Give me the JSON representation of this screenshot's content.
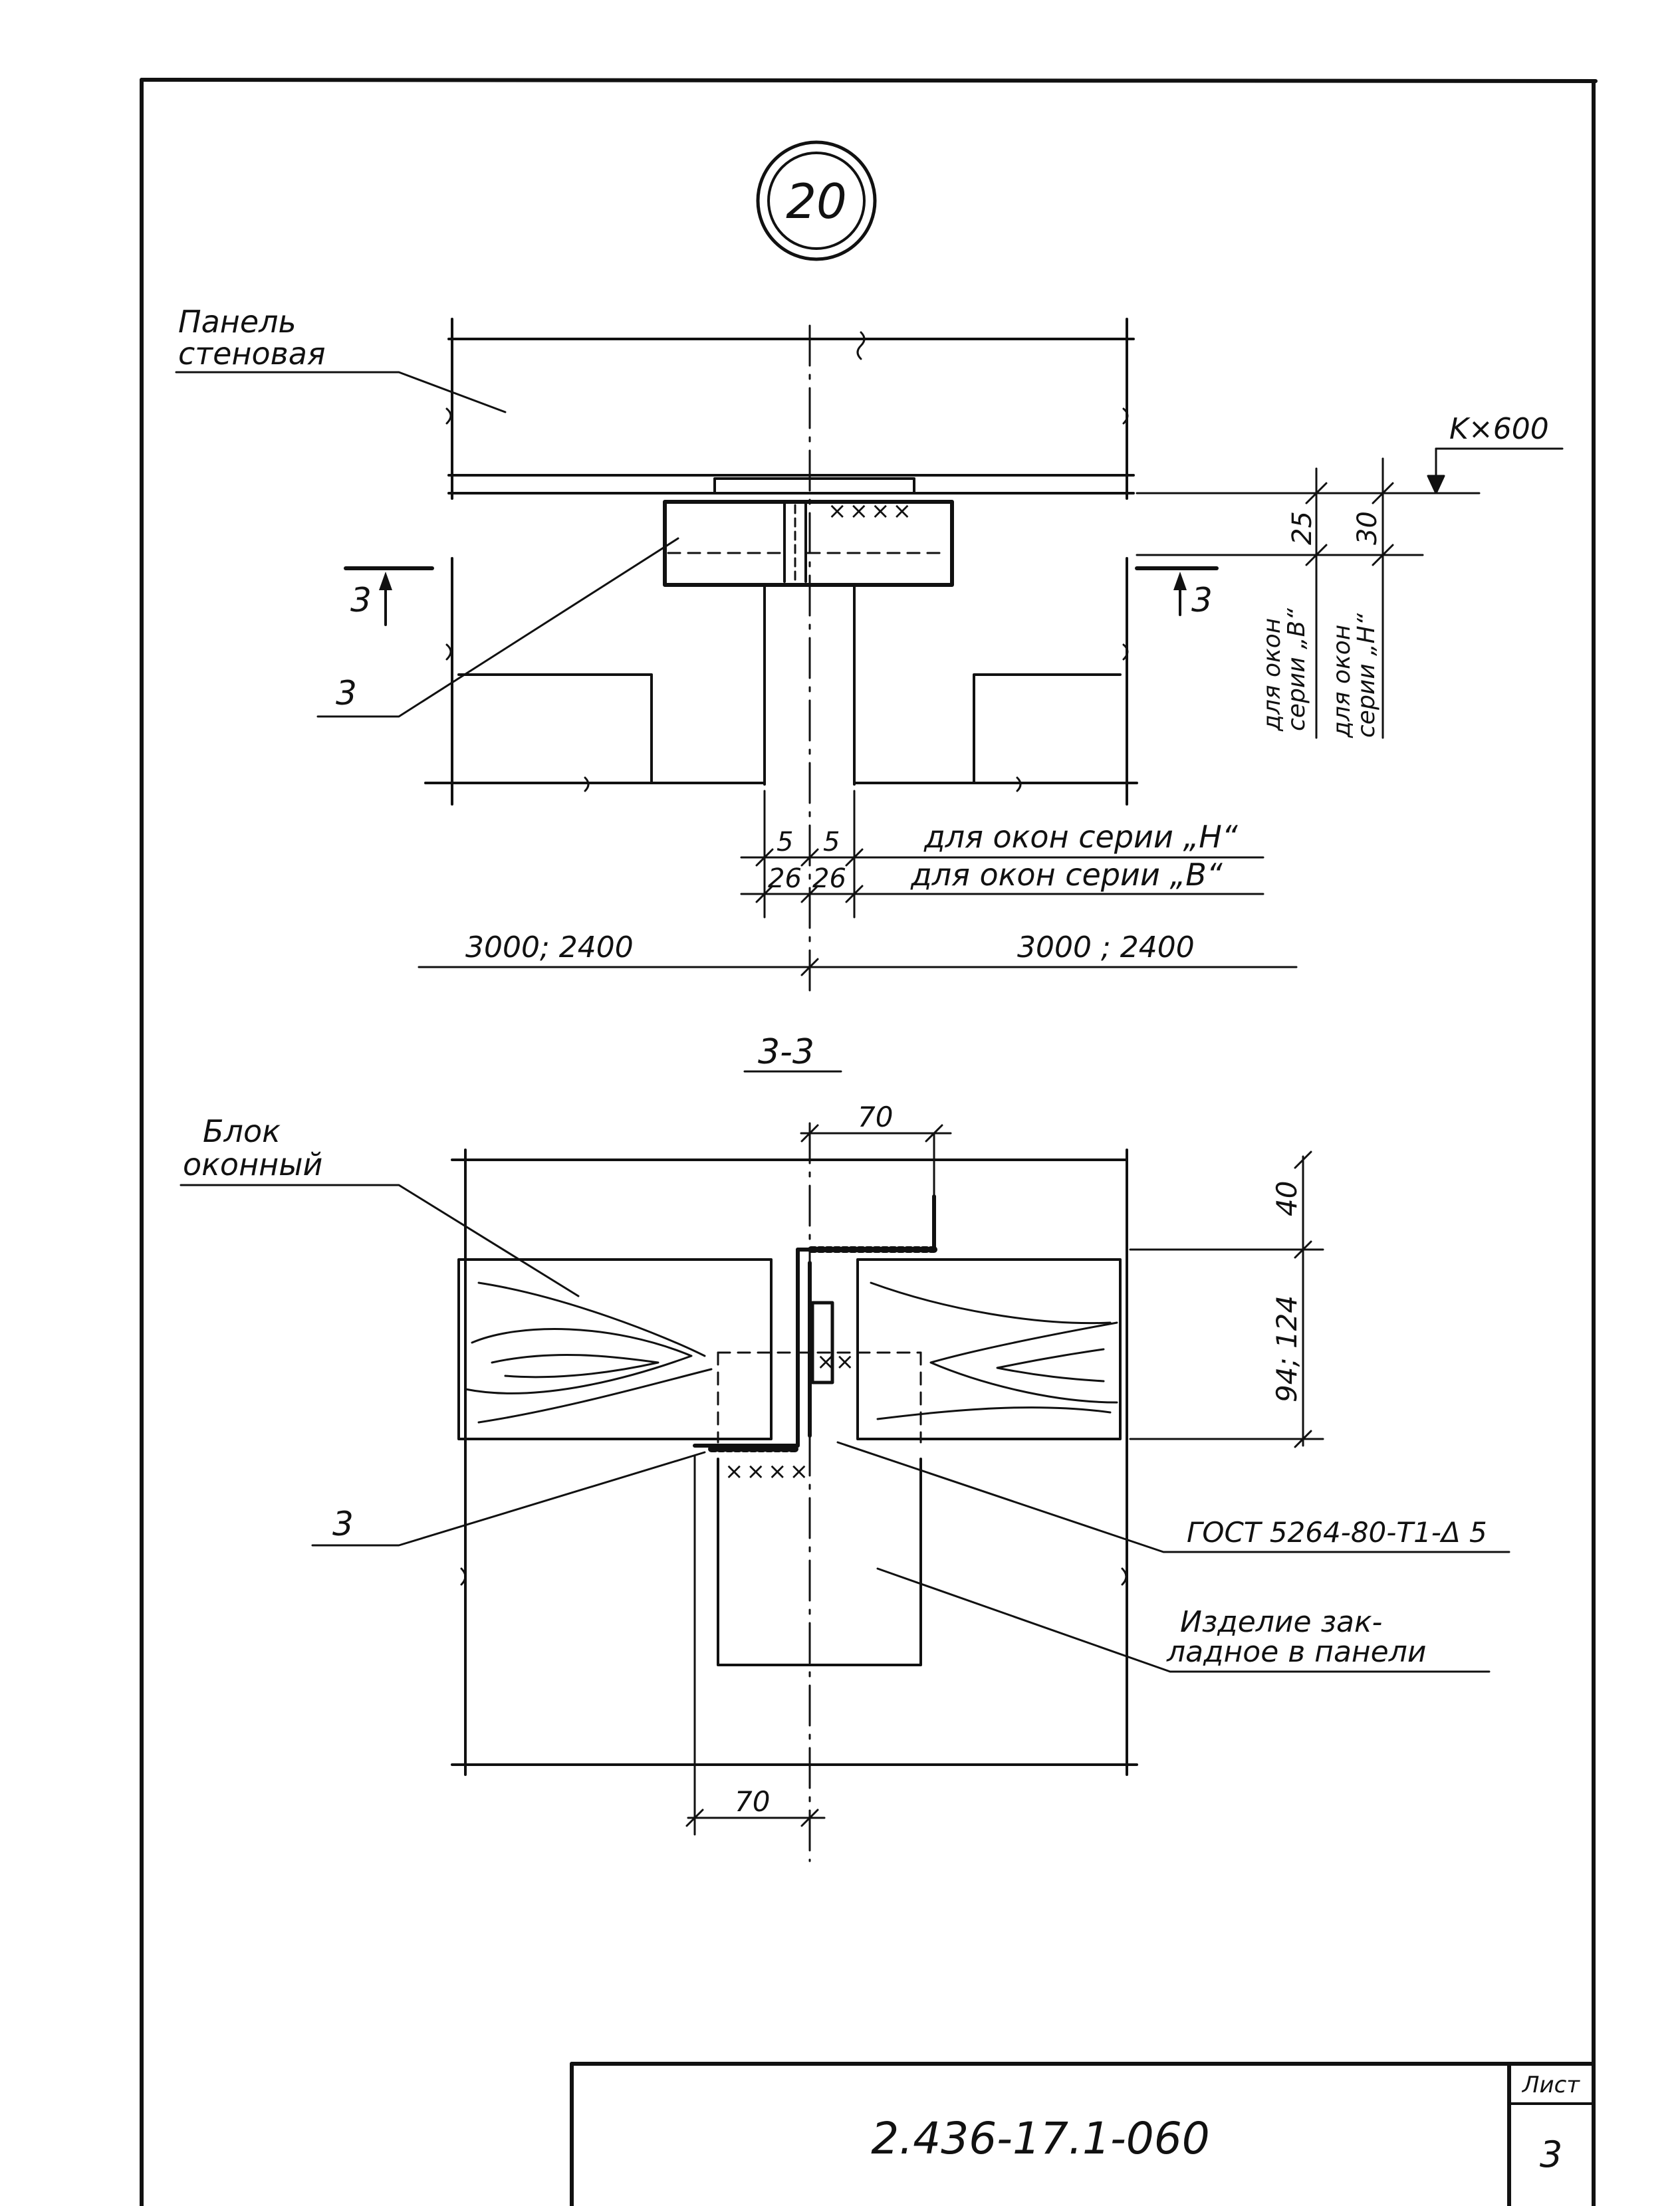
{
  "detail": {
    "number": "20"
  },
  "plan": {
    "wall_panel_label": [
      "Панель",
      "стеновая"
    ],
    "item_callout": "3",
    "section_mark_left": "3",
    "section_mark_right": "3",
    "dim_k600": "K×600",
    "dim_25": "25",
    "dim_30": "30",
    "note_b_vertical": [
      "для окон",
      "серии „В“"
    ],
    "note_h_vertical": [
      "для окон",
      "серии „Н“"
    ],
    "gap_5_left": "5",
    "gap_5_right": "5",
    "gap_26_left": "26",
    "gap_26_right": "26",
    "note_h_horizontal": "для окон серии „Н“",
    "note_b_horizontal": "для окон серии „В“",
    "span_left": "3000; 2400",
    "span_right": "3000 ; 2400"
  },
  "section": {
    "title": "3-3",
    "window_block_label": [
      "Блок",
      "оконный"
    ],
    "dim_70_top": "70",
    "dim_40": "40",
    "dim_94_124": "94; 124",
    "item_callout": "3",
    "weld_standard": "ГОСТ 5264-80-Т1-Δ 5",
    "embedded_label": [
      "Изделие зак-",
      "ладное в панели"
    ],
    "dim_70_bottom": "70"
  },
  "title_block": {
    "code": "2.436-17.1-060",
    "sheet_header": "Лист",
    "sheet_number": "3"
  }
}
